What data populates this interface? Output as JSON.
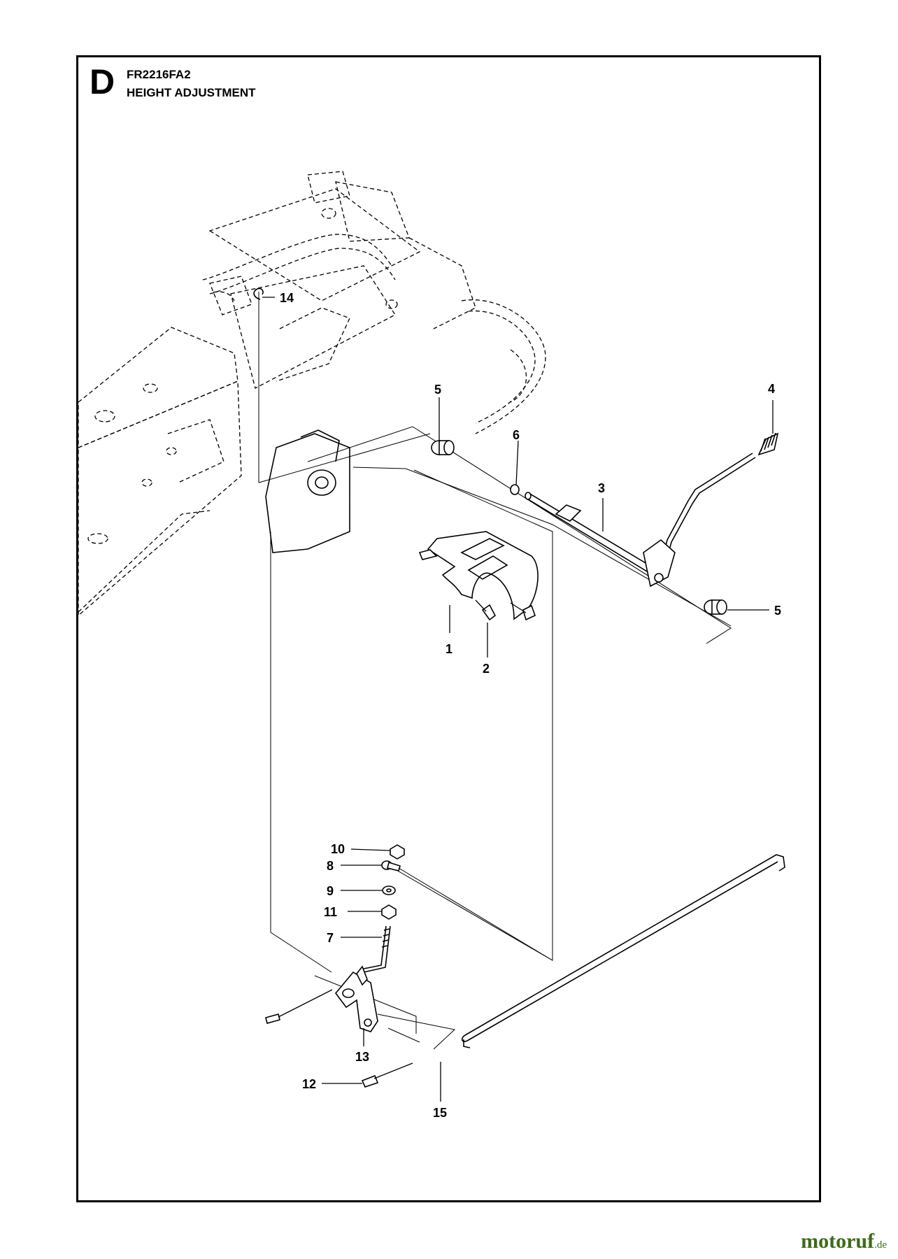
{
  "header": {
    "section_letter": "D",
    "model_code": "FR2216FA2",
    "section_title": "HEIGHT ADJUSTMENT"
  },
  "parts": [
    {
      "number": "1"
    },
    {
      "number": "2"
    },
    {
      "number": "3"
    },
    {
      "number": "4"
    },
    {
      "number": "5"
    },
    {
      "number": "5"
    },
    {
      "number": "6"
    },
    {
      "number": "7"
    },
    {
      "number": "8"
    },
    {
      "number": "9"
    },
    {
      "number": "10"
    },
    {
      "number": "11"
    },
    {
      "number": "12"
    },
    {
      "number": "13"
    },
    {
      "number": "14"
    },
    {
      "number": "15"
    }
  ],
  "watermark": {
    "brand": "motoruf",
    "tld": ".de",
    "color": "#3d6b16"
  }
}
